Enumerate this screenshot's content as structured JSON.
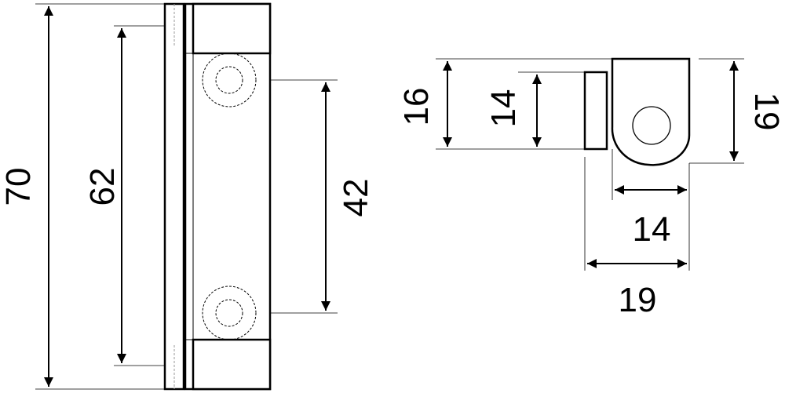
{
  "dimensions": {
    "overall_height": "70",
    "inner_height": "62",
    "hole_spacing": "42",
    "side_height_outer": "16",
    "side_height_inner": "14",
    "side_height_right": "19",
    "width_inner": "14",
    "width_outer": "19"
  }
}
